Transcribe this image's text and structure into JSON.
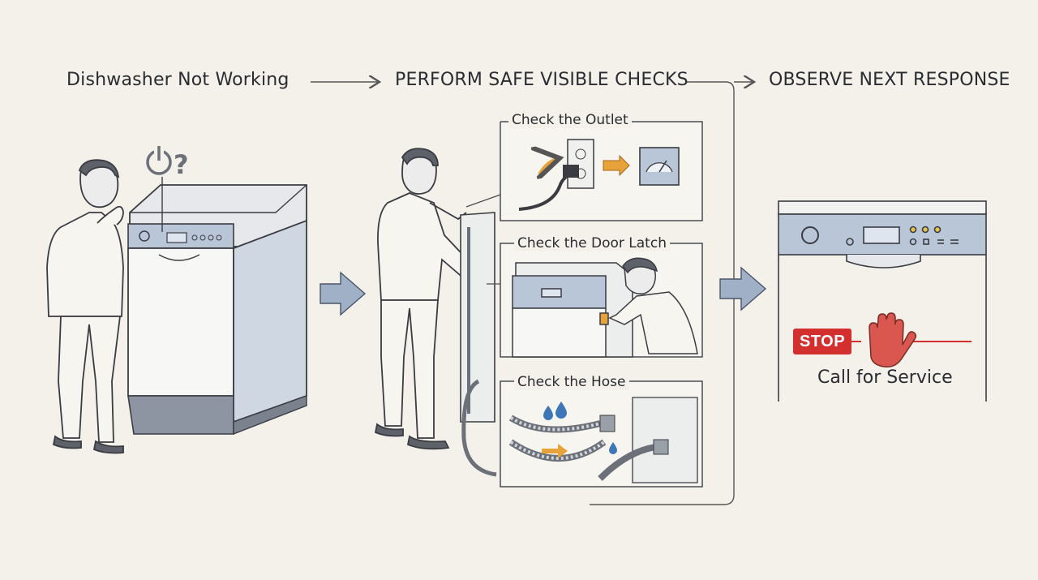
{
  "steps": {
    "step1": "Dishwasher Not Working",
    "step2": "PERFORM SAFE VISIBLE CHECKS",
    "step3": "OBSERVE NEXT RESPONSE"
  },
  "checks": [
    {
      "label": "Check the Outlet"
    },
    {
      "label": "Check the Door Latch"
    },
    {
      "label": "Check the Hose"
    }
  ],
  "response": {
    "stop_label": "STOP",
    "action": "Call for Service"
  },
  "colors": {
    "background": "#f3f1ea",
    "appliance_panel": "#b9c6d8",
    "arrow_fill": "#9fb0c7",
    "accent_orange": "#e8a23a",
    "stop_red": "#d32f2f",
    "hand_red": "#d9574f",
    "water_blue": "#3d77b8"
  },
  "icons": [
    "power-question-icon",
    "outlet-icon",
    "meter-icon",
    "water-drop-icon",
    "stop-hand-icon",
    "flow-arrow-icon"
  ]
}
